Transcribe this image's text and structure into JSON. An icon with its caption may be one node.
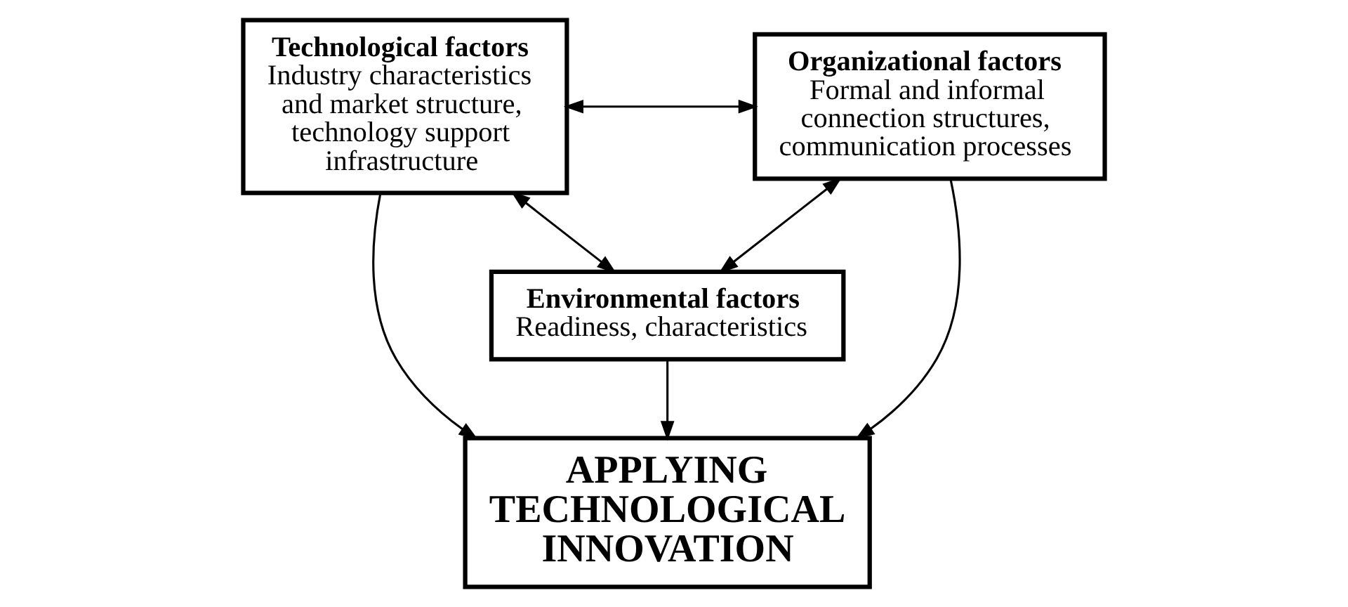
{
  "diagram": {
    "nodes": [
      {
        "text": [
          "Technological factors",
          "Industry characteristics and market structure, technology support infrastructure"
        ]
      },
      {
        "text": [
          "Organizational factors",
          "Formal and informal connection structures, communication processes"
        ]
      },
      {
        "text": [
          "APPLYING TECHNOLOGICAL INNOVATION"
        ]
      },
      {
        "text": [
          "Environmental factors",
          "Readiness, characteristics"
        ]
      }
    ],
    "edges": [
      {
        "from": 0,
        "to": 1,
        "arrow": "both"
      },
      {
        "from": 0,
        "to": 2,
        "arrow": "to"
      },
      {
        "from": 1,
        "to": 2,
        "arrow": "to"
      },
      {
        "from": 3,
        "to": 2,
        "arrow": "to"
      },
      {
        "from": 0,
        "to": 3,
        "arrow": "both"
      },
      {
        "from": 1,
        "to": 3,
        "arrow": "both"
      }
    ]
  }
}
